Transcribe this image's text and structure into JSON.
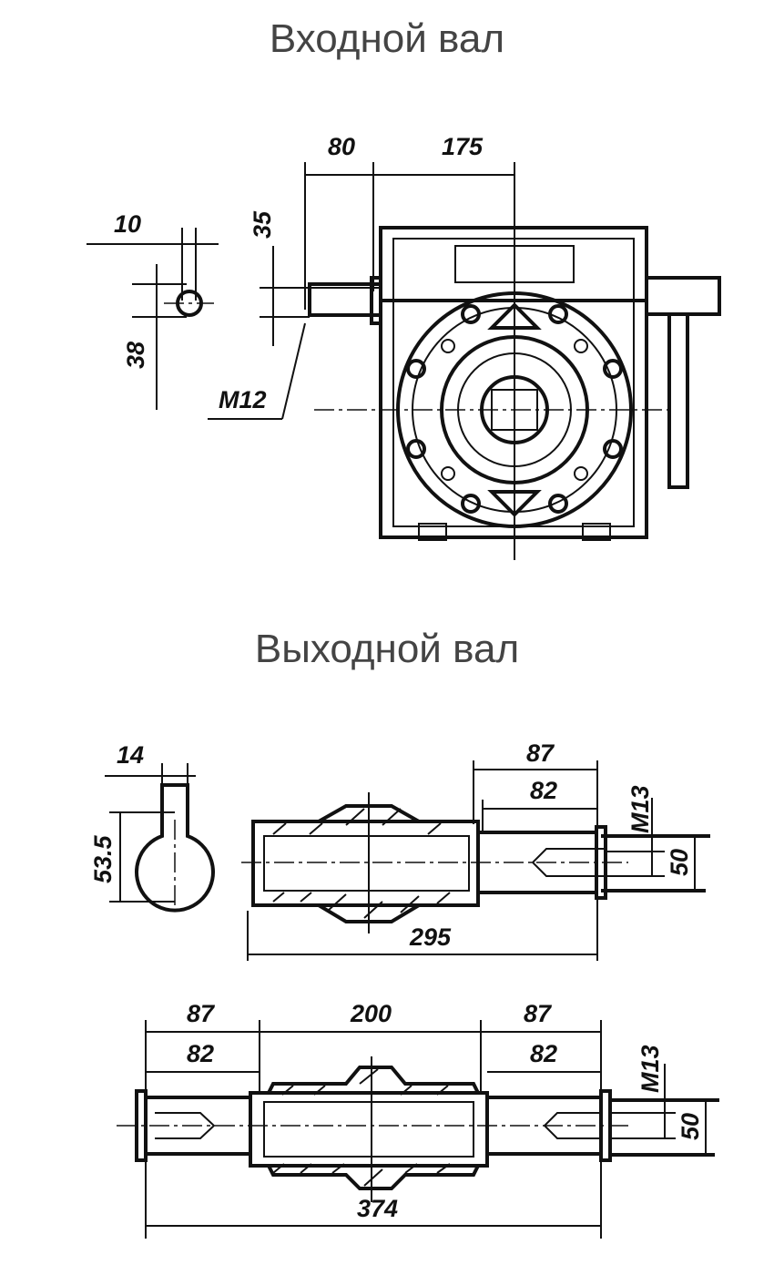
{
  "input_shaft": {
    "title": "Входной вал",
    "dims": {
      "d80": "80",
      "d175": "175",
      "d10": "10",
      "d35": "35",
      "d38": "38",
      "m12": "M12"
    }
  },
  "output_shaft": {
    "title": "Выходной вал",
    "single": {
      "d14": "14",
      "d53_5": "53.5",
      "d87": "87",
      "d82": "82",
      "d295": "295",
      "m13": "M13",
      "d50": "50"
    },
    "double": {
      "d87_left": "87",
      "d200": "200",
      "d87_right": "87",
      "d82_left": "82",
      "d82_right": "82",
      "d374": "374",
      "m13": "M13",
      "d50": "50"
    }
  }
}
